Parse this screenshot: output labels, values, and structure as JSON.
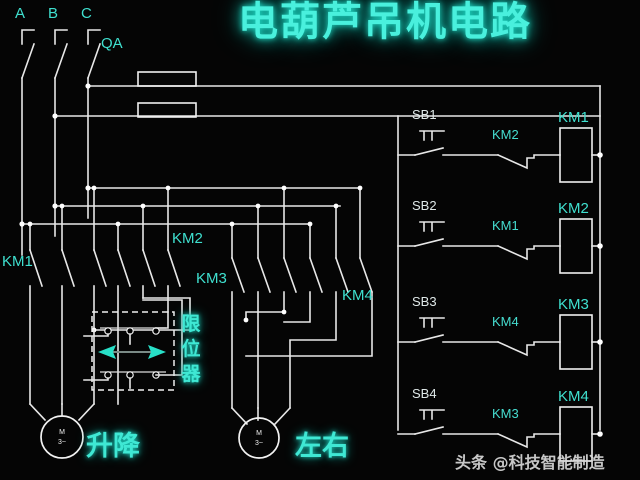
{
  "title": "电葫芦吊机电路",
  "watermark": "头条 @科技智能制造",
  "supply": {
    "phase_labels": [
      "A",
      "B",
      "C"
    ],
    "disconnect_label": "QA"
  },
  "power_section": {
    "contactor_labels": [
      "KM1",
      "KM2",
      "KM3",
      "KM4"
    ]
  },
  "limit_switch": {
    "label_chars": [
      "限",
      "位",
      "器"
    ],
    "label": "限位器"
  },
  "motors": [
    {
      "symbol_top": "M",
      "symbol_bottom": "3~",
      "label": "升降"
    },
    {
      "symbol_top": "M",
      "symbol_bottom": "3~",
      "label": "左右"
    }
  ],
  "control_rungs": [
    {
      "button": "SB1",
      "interlock": "KM2",
      "coil": "KM1"
    },
    {
      "button": "SB2",
      "interlock": "KM1",
      "coil": "KM2"
    },
    {
      "button": "SB3",
      "interlock": "KM4",
      "coil": "KM3"
    },
    {
      "button": "SB4",
      "interlock": "KM3",
      "coil": "KM4"
    }
  ],
  "colors": {
    "background": "#050505",
    "wire": "#e8e8e8",
    "label_cyan": "#3fe0cf",
    "title_glow": "#49f0dd",
    "arrow": "#28e0c8"
  }
}
